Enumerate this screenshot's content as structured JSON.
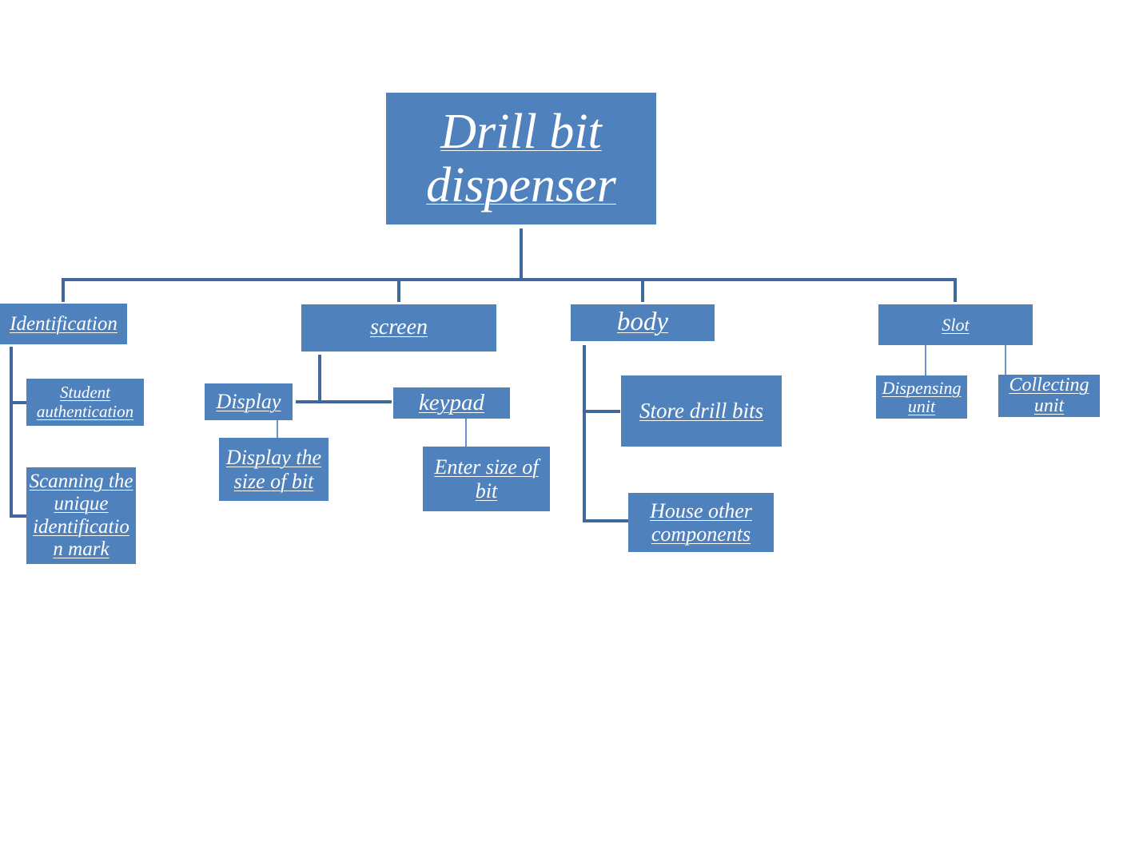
{
  "diagram": {
    "root": {
      "label": "Drill bit dispenser"
    },
    "branches": {
      "identification": {
        "label": "Identification",
        "children": {
          "student_auth": "Student authentication",
          "scanning": "Scanning the unique identificatio n mark"
        }
      },
      "screen": {
        "label": "screen",
        "children": {
          "display": {
            "label": "Display",
            "child": "Display the size of bit"
          },
          "keypad": {
            "label": "keypad",
            "child": "Enter size of bit"
          }
        }
      },
      "body": {
        "label": "body",
        "children": {
          "store": "Store drill bits",
          "house": "House other components"
        }
      },
      "slot": {
        "label": "Slot",
        "children": {
          "dispensing": "Dispensing unit",
          "collecting": "Collecting unit"
        }
      }
    }
  },
  "colors": {
    "box_fill": "#4f81bd",
    "box_text": "#ffffff",
    "connector": "#41679b"
  }
}
